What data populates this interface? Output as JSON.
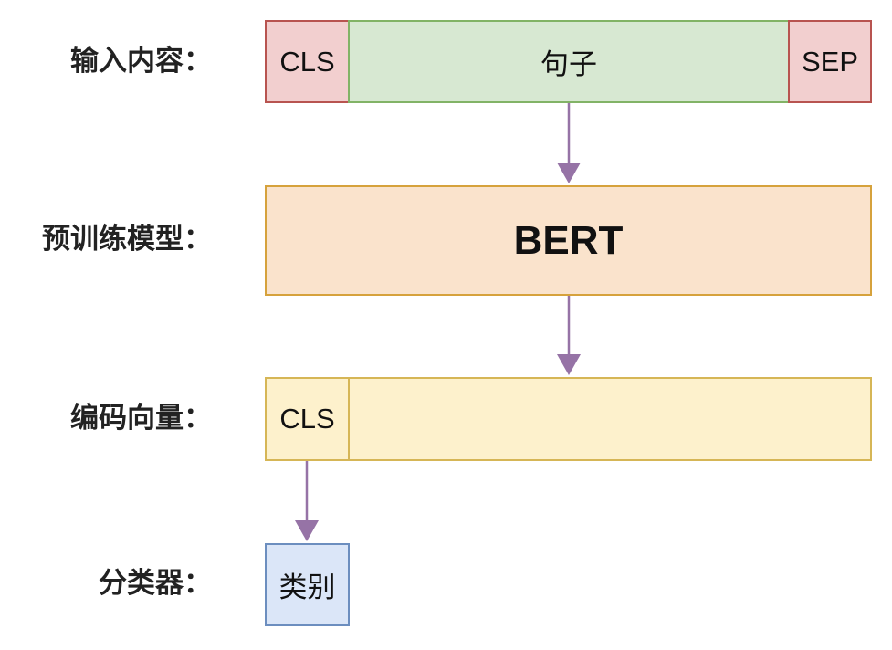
{
  "rows": {
    "input_label": "输入内容：",
    "model_label": "预训练模型：",
    "encoding_label": "编码向量：",
    "classifier_label": "分类器："
  },
  "input": {
    "cls": "CLS",
    "sentence": "句子",
    "sep": "SEP"
  },
  "model": {
    "name": "BERT"
  },
  "encoding": {
    "cls": "CLS",
    "rest": ""
  },
  "classifier": {
    "output": "类别"
  },
  "colors": {
    "token_fill": "#f2cfcf",
    "token_border": "#b85450",
    "sentence_fill": "#d7e8d2",
    "sentence_border": "#82b366",
    "model_fill": "#fae3cc",
    "model_border": "#d6a23c",
    "encoding_fill": "#fdf1cc",
    "encoding_border": "#d6b656",
    "classifier_fill": "#dbe6f8",
    "classifier_border": "#6c8ebf",
    "arrow": "#9673a6"
  }
}
